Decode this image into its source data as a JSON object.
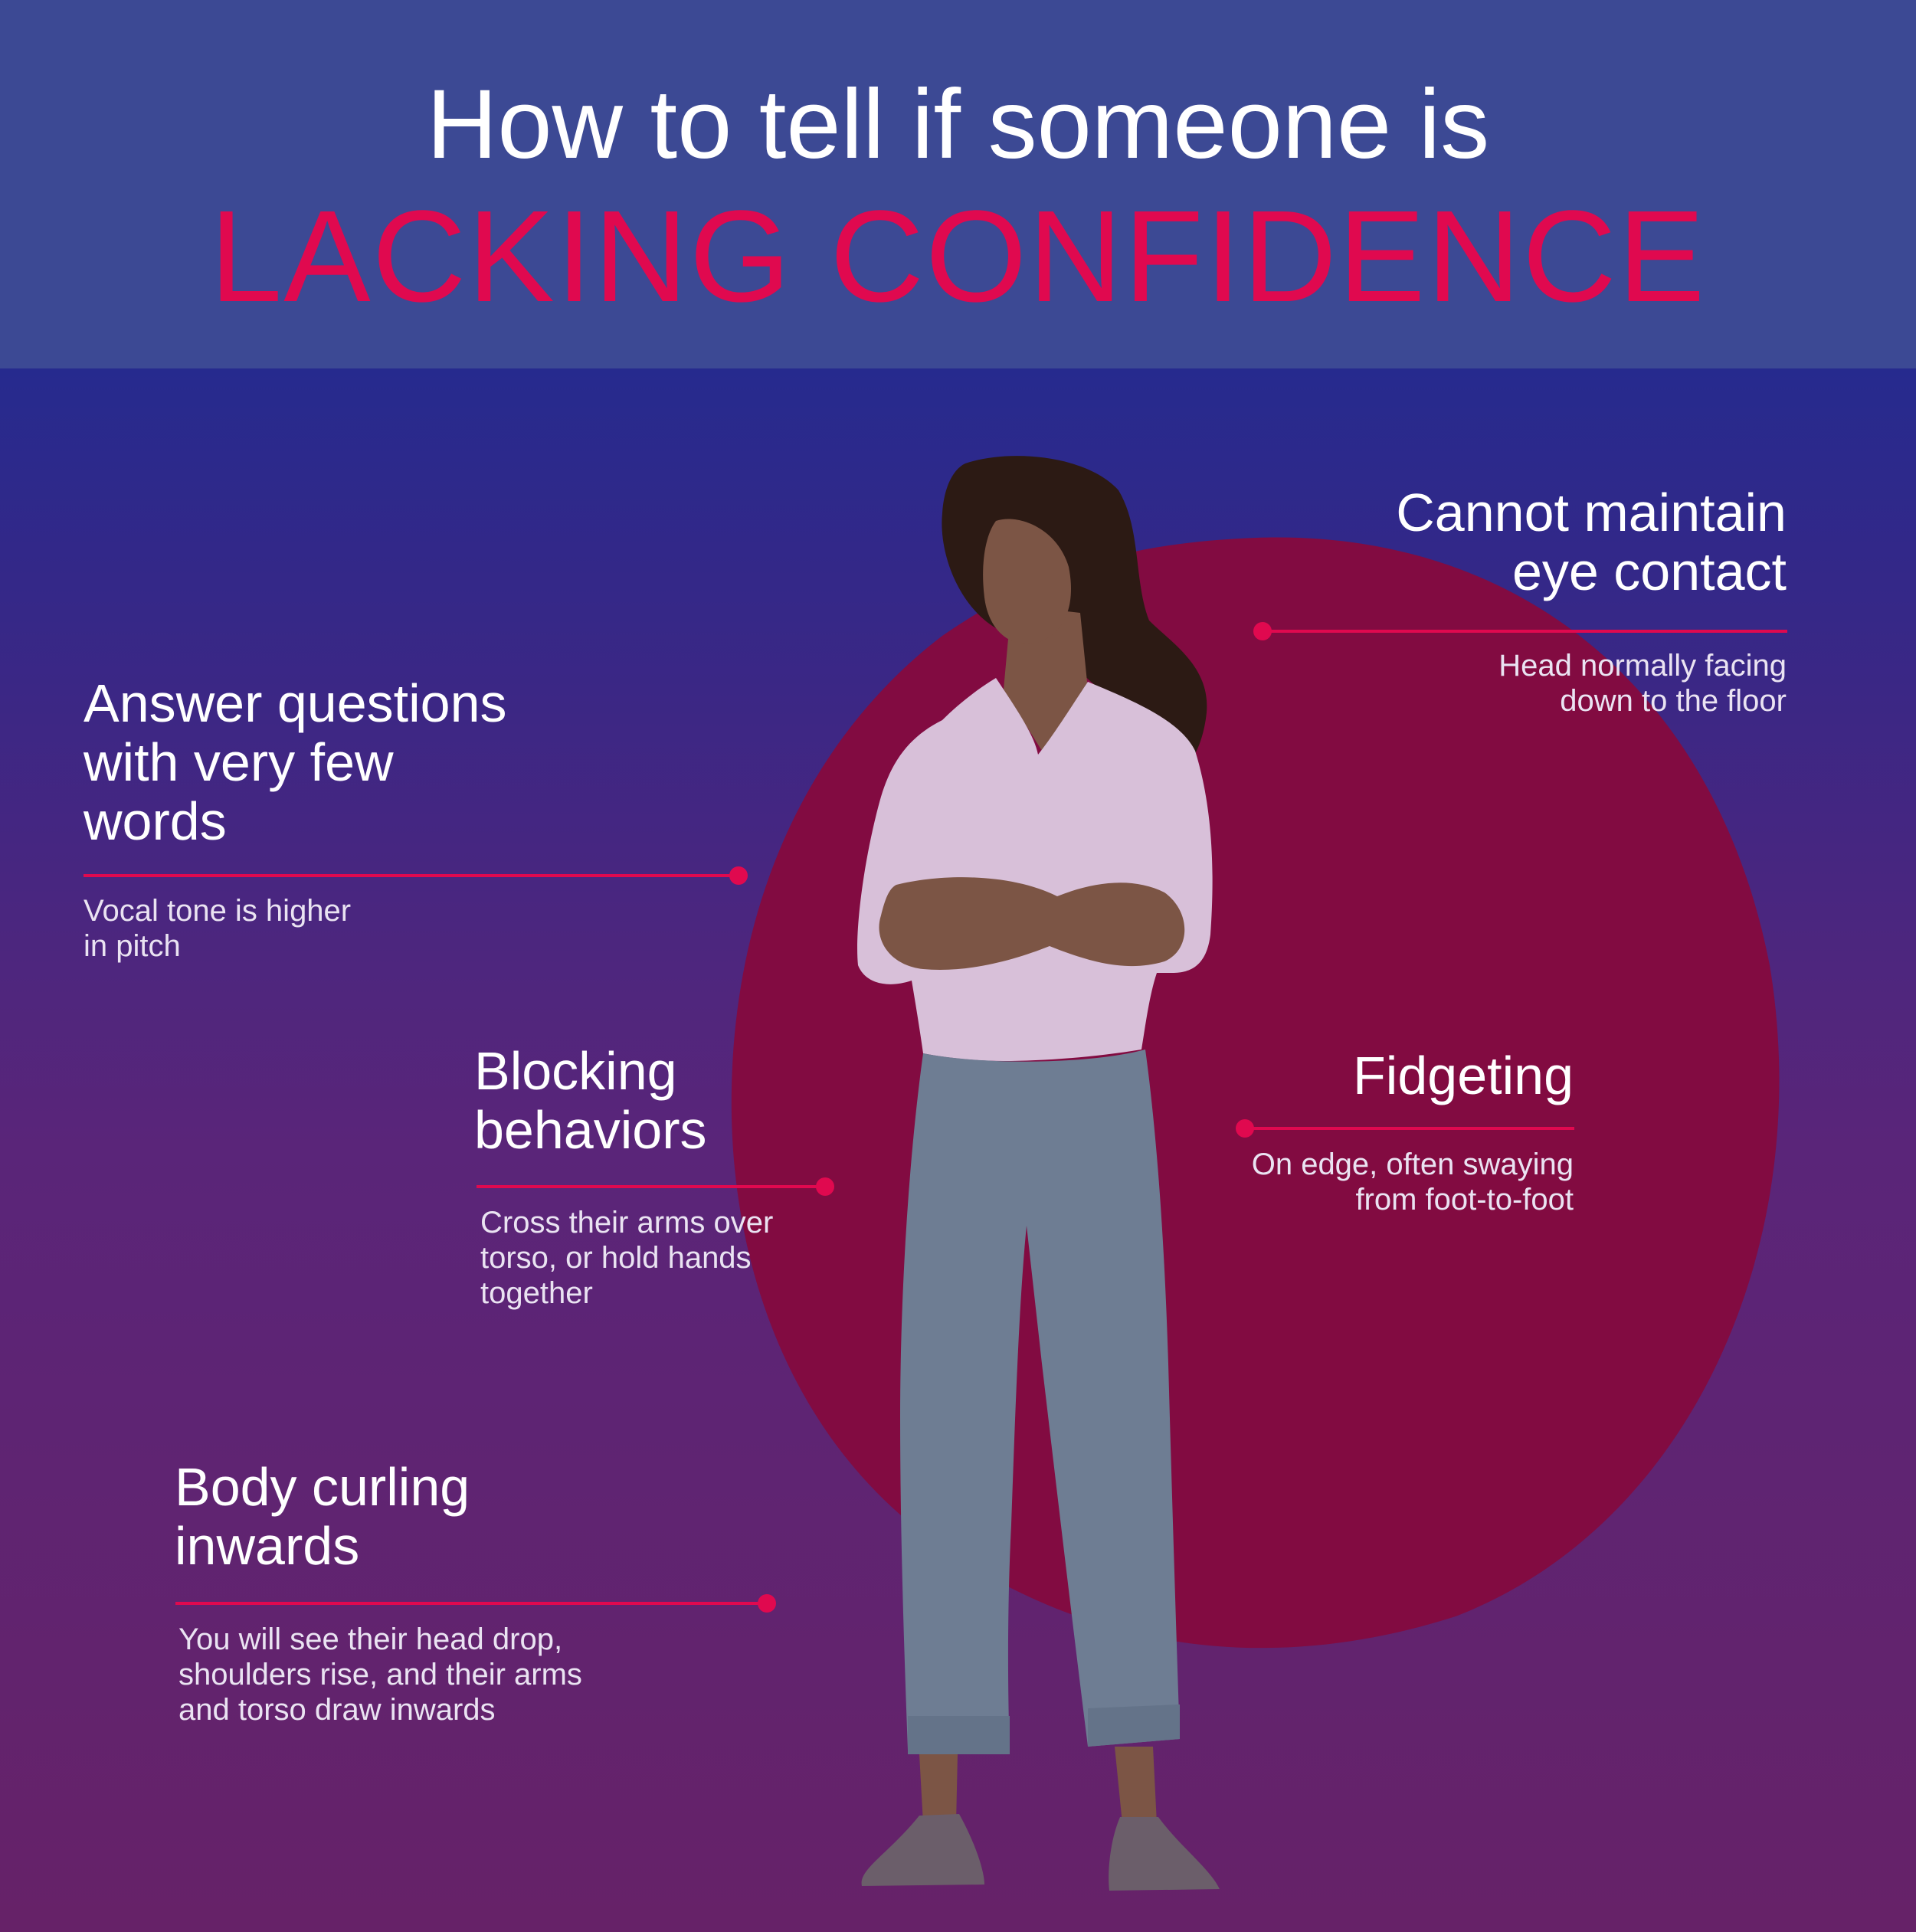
{
  "header": {
    "title_line1": "How to tell if someone is",
    "title_line2": "LACKING CONFIDENCE"
  },
  "callouts": [
    {
      "heading_lines": [
        "Cannot maintain",
        "eye contact"
      ],
      "desc_lines": [
        "Head normally facing",
        "down to the floor"
      ]
    },
    {
      "heading_lines": [
        "Answer questions",
        "with very few",
        "words"
      ],
      "desc_lines": [
        "Vocal tone is higher",
        "in pitch"
      ]
    },
    {
      "heading_lines": [
        "Blocking",
        "behaviors"
      ],
      "desc_lines": [
        "Cross their arms over",
        "torso, or hold hands",
        "together"
      ]
    },
    {
      "heading_lines": [
        "Fidgeting"
      ],
      "desc_lines": [
        "On edge, often swaying",
        "from foot-to-foot"
      ]
    },
    {
      "heading_lines": [
        "Body curling",
        "inwards"
      ],
      "desc_lines": [
        "You will see their head drop,",
        "shoulders rise, and their arms",
        "and torso draw inwards"
      ]
    }
  ],
  "colors": {
    "header_bg": "#3c4994",
    "accent": "#e0094f",
    "blob": "#820b41",
    "skin": "#7c5545",
    "hair": "#2c1a14",
    "shirt": "#d8c0d9",
    "jeans": "#6e7d93",
    "shoes": "#6b5e6a"
  }
}
